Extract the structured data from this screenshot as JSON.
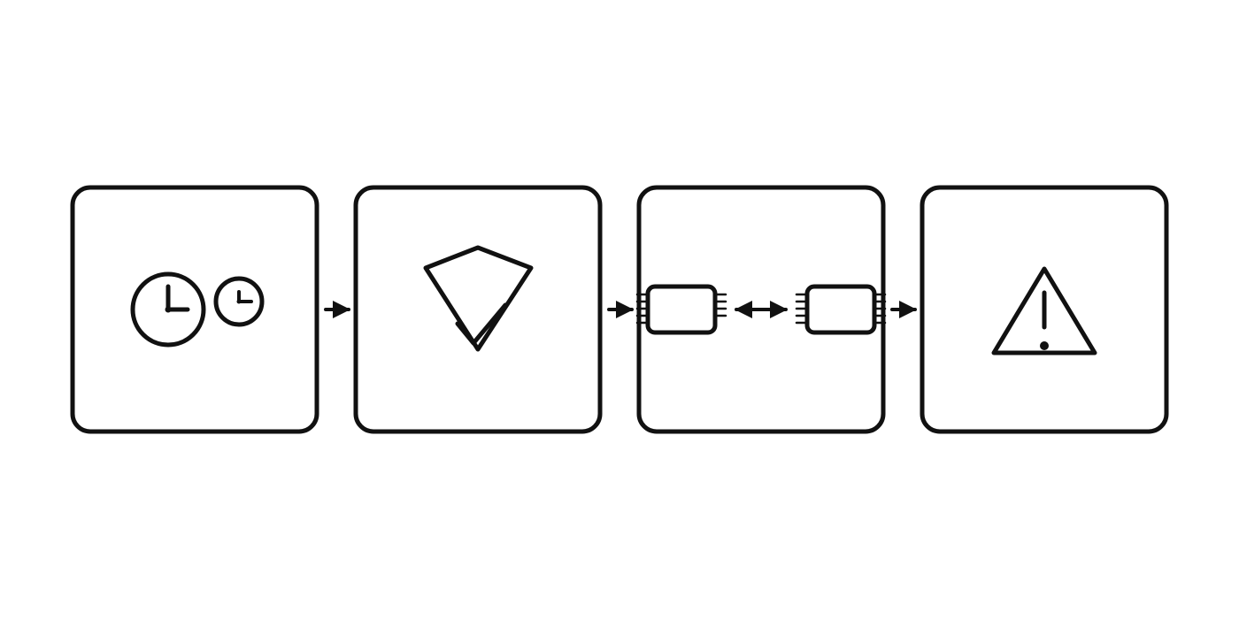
{
  "diagram": {
    "colors": {
      "stroke": "#111111",
      "background": "#ffffff"
    },
    "panels": [
      {
        "icon": "two-clocks-icon"
      },
      {
        "icon": "kite-check-icon"
      },
      {
        "icon": "chip-pair-bidirectional-icon"
      },
      {
        "icon": "warning-triangle-icon"
      }
    ],
    "connectors": [
      {
        "from": 1,
        "to": 2,
        "direction": "forward"
      },
      {
        "from": 2,
        "to": 3,
        "direction": "forward"
      },
      {
        "from": "chip-a",
        "to": "chip-b",
        "direction": "bidirectional"
      },
      {
        "from": 3,
        "to": 4,
        "direction": "forward"
      }
    ]
  }
}
